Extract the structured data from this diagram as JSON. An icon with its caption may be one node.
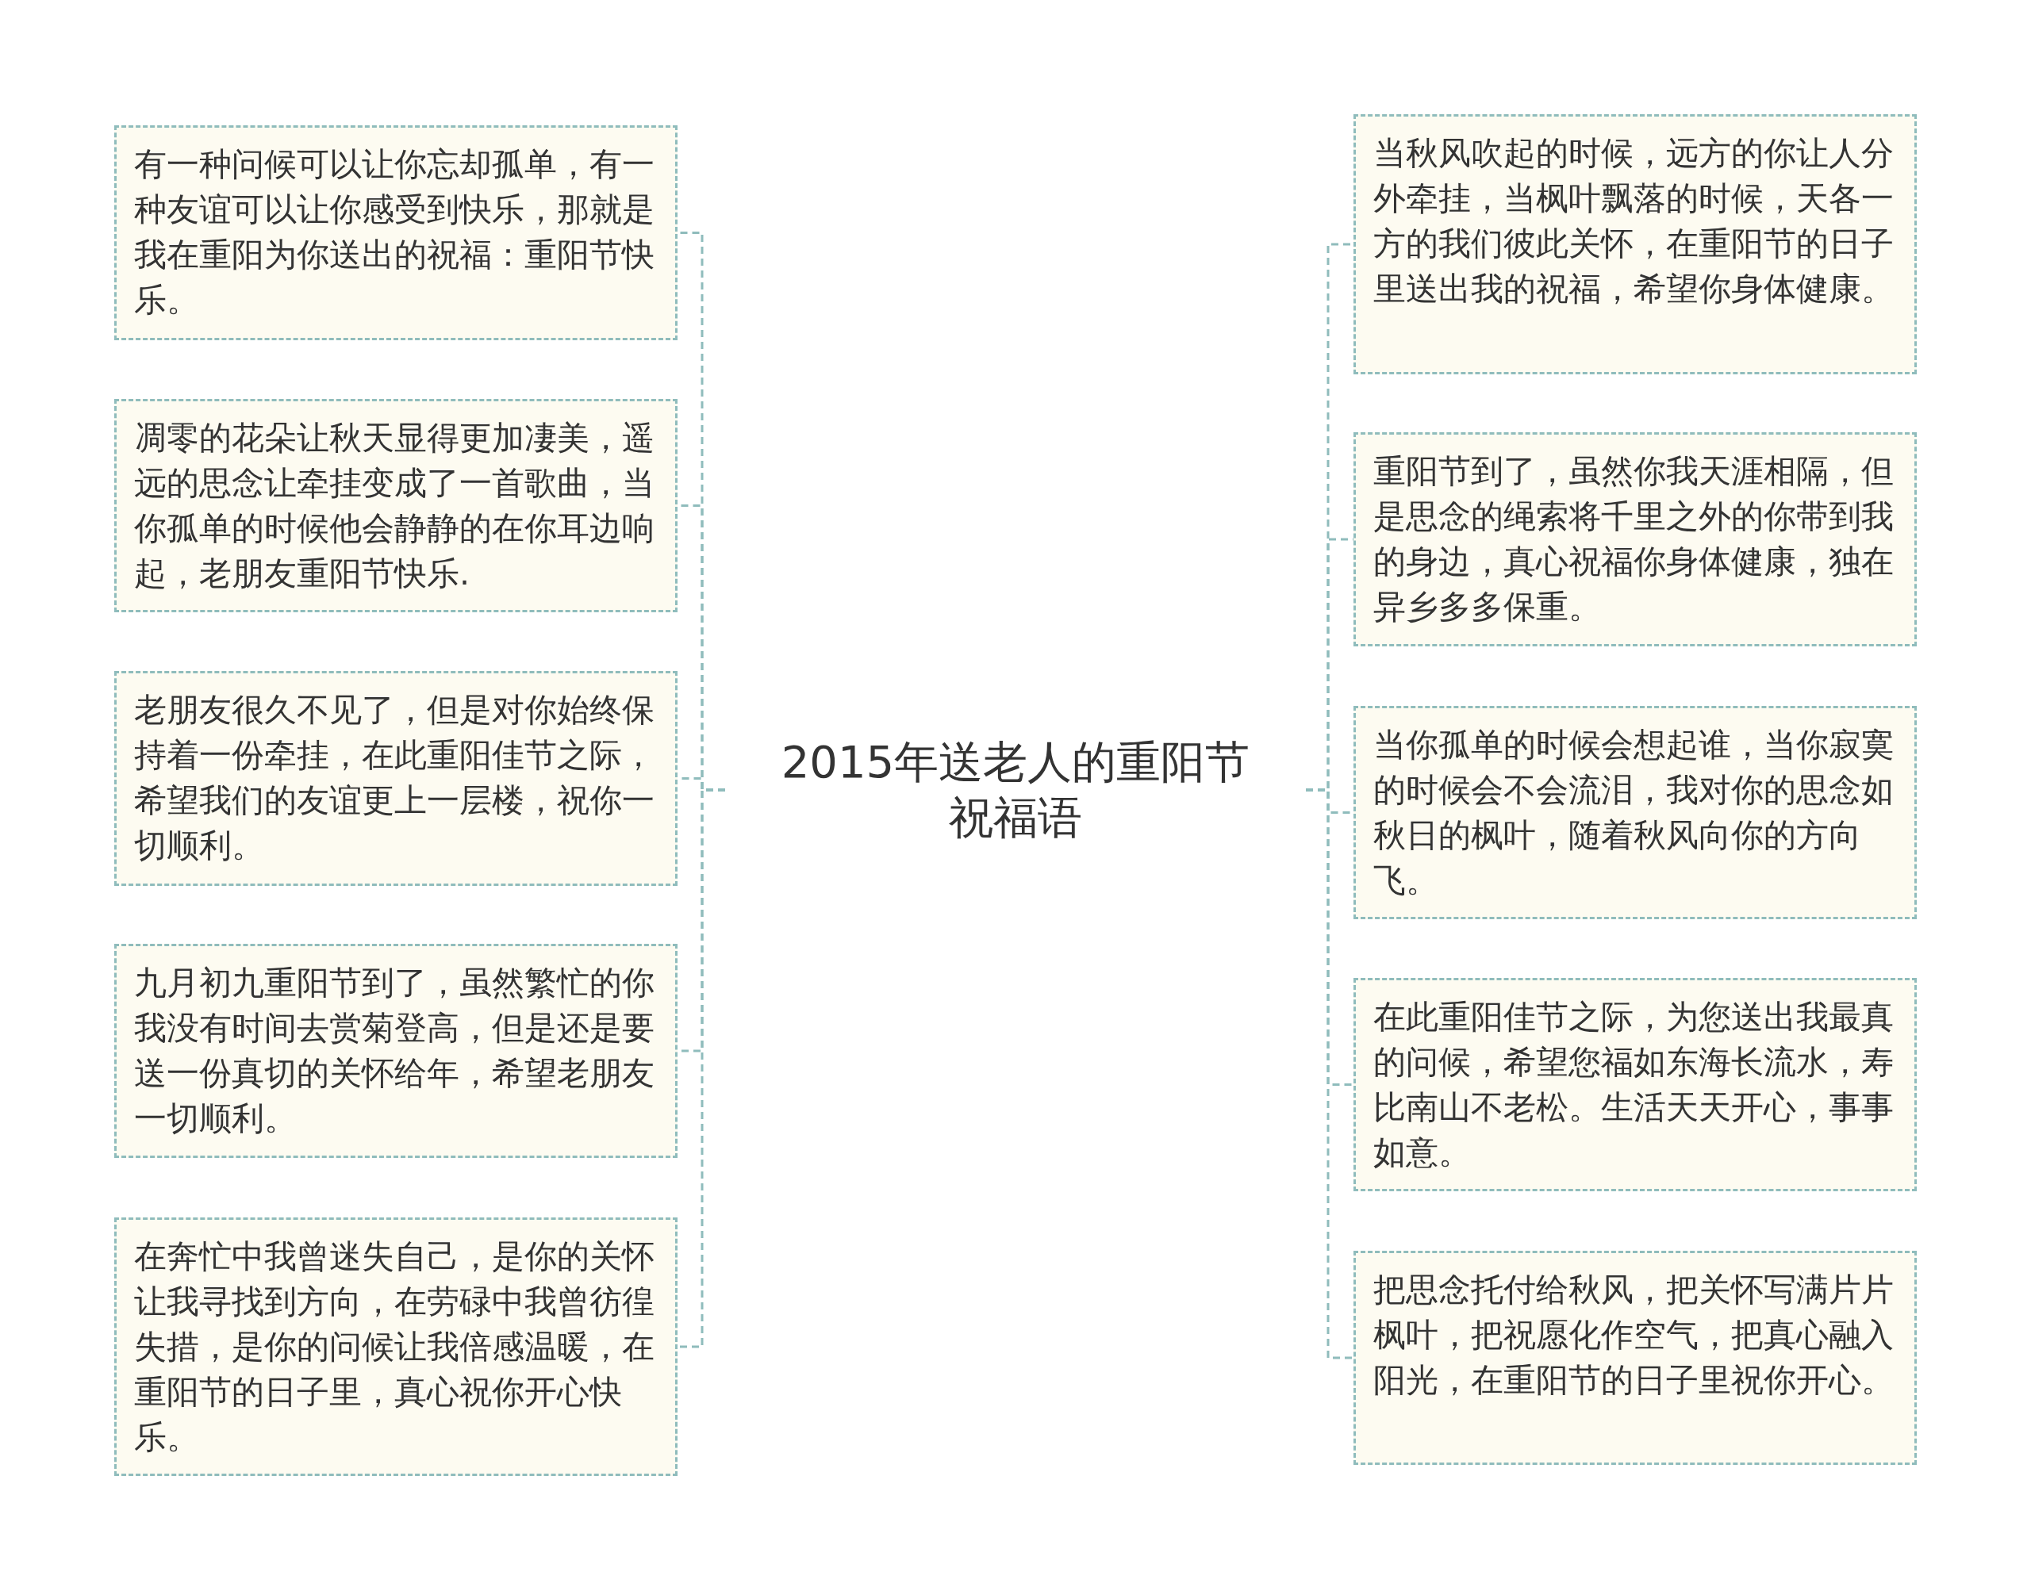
{
  "diagram": {
    "nodes": [
      {
        "text": [
          "2015年送老人的重阳节祝福语"
        ]
      },
      {
        "text": [
          "有一种问候可以让你忘却孤单，有一种友谊可以让你感受到快乐，那就是我在重阳为你送出的祝福：重阳节快乐。"
        ]
      },
      {
        "text": [
          "凋零的花朵让秋天显得更加凄美，遥远的思念让牵挂变成了一首歌曲，当你孤单的时候他会静静的在你耳边响起，老朋友重阳节快乐."
        ]
      },
      {
        "text": [
          "老朋友很久不见了，但是对你始终保持着一份牵挂，在此重阳佳节之际，希望我们的友谊更上一层楼，祝你一切顺利。"
        ]
      },
      {
        "text": [
          "九月初九重阳节到了，虽然繁忙的你我没有时间去赏菊登高，但是还是要送一份真切的关怀给年，希望老朋友一切顺利。"
        ]
      },
      {
        "text": [
          "在奔忙中我曾迷失自己，是你的关怀让我寻找到方向，在劳碌中我曾彷徨失措，是你的问候让我倍感温暖，在重阳节的日子里，真心祝你开心快乐。"
        ]
      },
      {
        "text": [
          "当秋风吹起的时候，远方的你让人分外牵挂，当枫叶飘落的时候，天各一方的我们彼此关怀，在重阳节的日子里送出我的祝福，希望你身体健康。"
        ]
      },
      {
        "text": [
          "重阳节到了，虽然你我天涯相隔，但是思念的绳索将千里之外的你带到我的身边，真心祝福你身体健康，独在异乡多多保重。"
        ]
      },
      {
        "text": [
          "当你孤单的时候会想起谁，当你寂寞的时候会不会流泪，我对你的思念如秋日的枫叶，随着秋风向你的方向飞。"
        ]
      },
      {
        "text": [
          "在此重阳佳节之际，为您送出我最真的问候，希望您福如东海长流水，寿比南山不老松。生活天天开心，事事如意。"
        ]
      },
      {
        "text": [
          "把思念托付给秋风，把关怀写满片片枫叶，把祝愿化作空气，把真心融入阳光，在重阳节的日子里祝你开心。"
        ]
      }
    ],
    "edges": [
      {
        "from": 0,
        "to": 1,
        "arrow": "none"
      },
      {
        "from": 0,
        "to": 2,
        "arrow": "none"
      },
      {
        "from": 0,
        "to": 3,
        "arrow": "none"
      },
      {
        "from": 0,
        "to": 4,
        "arrow": "none"
      },
      {
        "from": 0,
        "to": 5,
        "arrow": "none"
      },
      {
        "from": 0,
        "to": 6,
        "arrow": "none"
      },
      {
        "from": 0,
        "to": 7,
        "arrow": "none"
      },
      {
        "from": 0,
        "to": 8,
        "arrow": "none"
      },
      {
        "from": 0,
        "to": 9,
        "arrow": "none"
      },
      {
        "from": 0,
        "to": 10,
        "arrow": "none"
      }
    ]
  }
}
